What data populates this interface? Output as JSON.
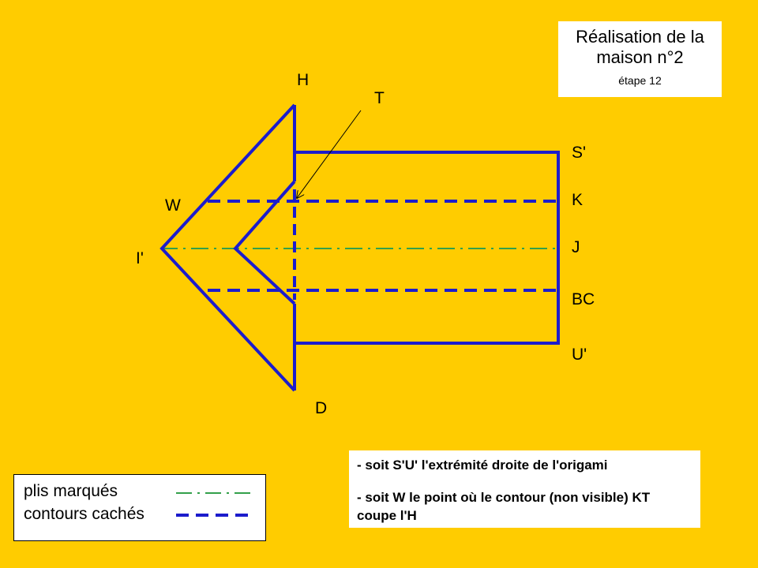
{
  "title": {
    "line1": "Réalisation de la",
    "line2": "maison n°2",
    "step": "étape 12"
  },
  "points": {
    "H": "H",
    "T": "T",
    "S_prime": "S'",
    "K": "K",
    "W": "W",
    "I_prime": "I'",
    "J": "J",
    "BC": "BC",
    "U_prime": "U'",
    "D": "D"
  },
  "legend": {
    "marked_folds": "plis marqués",
    "hidden_contours": "contours cachés"
  },
  "notes": {
    "line1": "- soit  S'U' l'extrémité droite de l'origami",
    "line2": "- soit W le point où le contour (non visible) KT coupe l'H"
  },
  "colors": {
    "background": "#FFCC00",
    "contour": "#1C1CCC",
    "fold": "#33A04A"
  }
}
